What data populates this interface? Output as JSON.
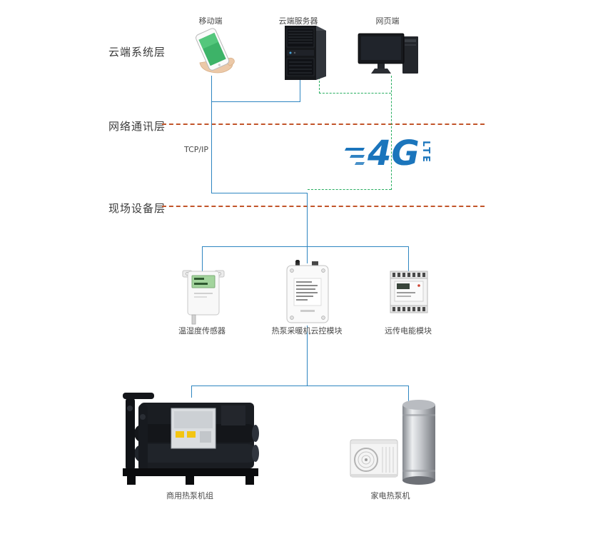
{
  "layers": {
    "cloud": "云端系统层",
    "network": "网络通讯层",
    "field": "现场设备层"
  },
  "cloud_tier": {
    "mobile_label": "移动端",
    "server_label": "云端服务器",
    "web_label": "网页端"
  },
  "network_tier": {
    "tcpip": "TCP/IP",
    "lte_main": "4G",
    "lte_sub": "LTE"
  },
  "field_tier": {
    "sensor_label": "温湿度传感器",
    "controller_label": "热泵采暖机云控模块",
    "meter_label": "远传电能模块"
  },
  "equipment_tier": {
    "commercial_label": "商用热泵机组",
    "household_label": "家电热泵机"
  },
  "colors": {
    "layer_separator": "#c2552a",
    "wired_link": "#2e86c1",
    "wireless_link": "#27ae60",
    "lte_blue": "#1b75bc"
  }
}
